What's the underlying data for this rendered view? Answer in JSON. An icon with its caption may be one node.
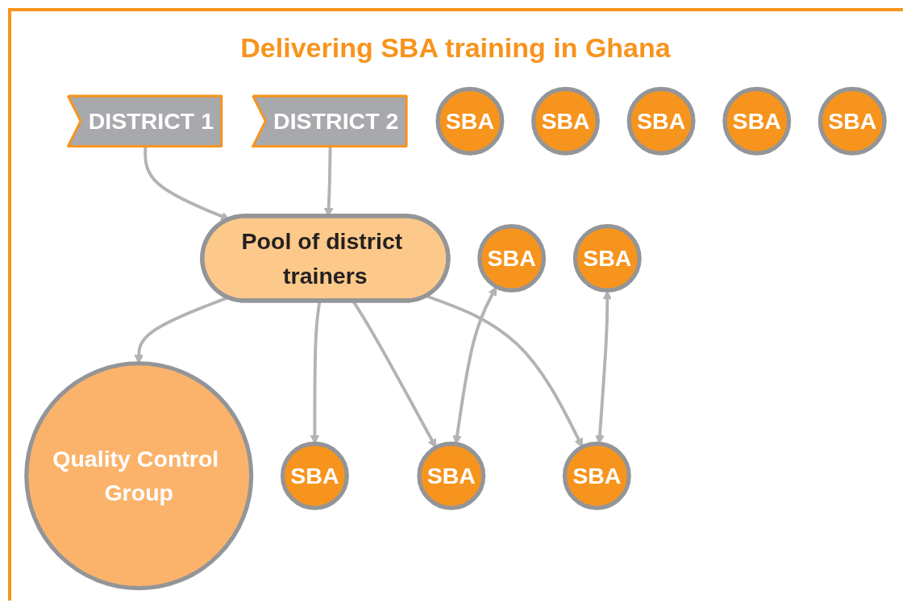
{
  "diagram": {
    "title": "Delivering SBA training in Ghana",
    "nodes": [
      {
        "text": [
          "Quality Control Group"
        ]
      },
      {
        "text": [
          "DISTRICT 1"
        ]
      },
      {
        "text": [
          "Pool of district trainers"
        ]
      },
      {
        "text": [
          "DISTRICT 2"
        ]
      },
      {
        "text": [
          "SBA"
        ]
      },
      {
        "text": [
          "SBA"
        ]
      },
      {
        "text": [
          "SBA"
        ]
      },
      {
        "text": [
          "SBA"
        ]
      },
      {
        "text": [
          "SBA"
        ]
      },
      {
        "text": [
          "SBA"
        ]
      },
      {
        "text": [
          "SBA"
        ]
      },
      {
        "text": [
          "SBA"
        ]
      },
      {
        "text": [
          "SBA"
        ]
      },
      {
        "text": [
          "SBA"
        ]
      }
    ],
    "edges": [
      {
        "from": 2,
        "to": 0,
        "arrow": "to"
      },
      {
        "from": 1,
        "to": 2,
        "arrow": "to"
      },
      {
        "from": 3,
        "to": 2,
        "arrow": "to"
      },
      {
        "from": 2,
        "to": 5,
        "arrow": "to"
      },
      {
        "from": 2,
        "to": 8,
        "arrow": "to"
      },
      {
        "from": 2,
        "to": 12,
        "arrow": "to"
      },
      {
        "from": 7,
        "to": 8,
        "arrow": "both"
      },
      {
        "from": 9,
        "to": 12,
        "arrow": "both"
      }
    ]
  }
}
